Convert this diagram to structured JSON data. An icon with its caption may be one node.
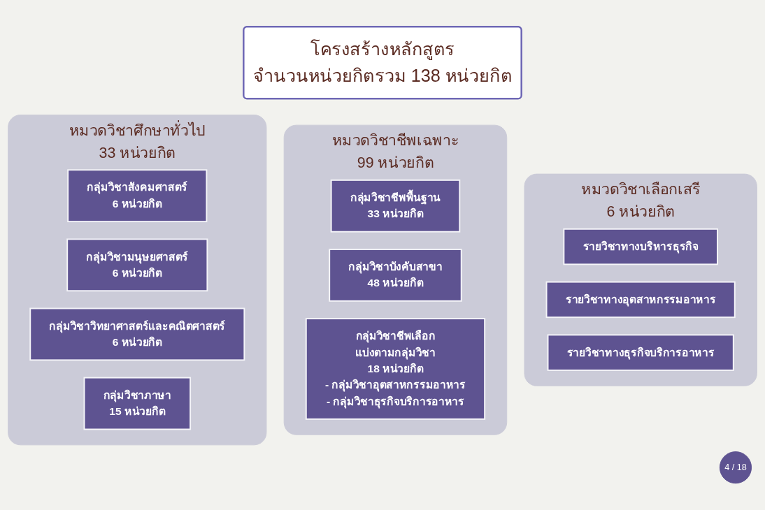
{
  "diagram": {
    "nodes": [
      {
        "text": [
          "โครงสร้างหลักสูตร",
          "จำนวนหน่วยกิตรวม 138 หน่วยกิต"
        ]
      },
      {
        "text": [
          "หมวดวิชาศึกษาทั่วไป",
          "33 หน่วยกิต"
        ]
      },
      {
        "text": [
          "กลุ่มวิชาสังคมศาสตร์",
          "6 หน่วยกิต"
        ],
        "in": 1
      },
      {
        "text": [
          "กลุ่มวิชามนุษยศาสตร์",
          "6 หน่วยกิต"
        ],
        "in": 1
      },
      {
        "text": [
          "กลุ่มวิชาวิทยาศาสตร์และคณิตศาสตร์",
          "6 หน่วยกิต"
        ],
        "in": 1
      },
      {
        "text": [
          "กลุ่มวิชาภาษา",
          "15 หน่วยกิต"
        ],
        "in": 1
      },
      {
        "text": [
          "หมวดวิชาชีพเฉพาะ",
          "99 หน่วยกิต"
        ]
      },
      {
        "text": [
          "กลุ่มวิชาชีพพื้นฐาน",
          "33 หน่วยกิต"
        ],
        "in": 6
      },
      {
        "text": [
          "กลุ่มวิชาบังคับสาขา",
          "48 หน่วยกิต"
        ],
        "in": 6
      },
      {
        "text": [
          "กลุ่มวิชาชีพเลือก",
          "แบ่งตามกลุ่มวิชา",
          "18 หน่วยกิต",
          "- กลุ่มวิชาอุตสาหกรรมอาหาร",
          "- กลุ่มวิชาธุรกิจบริการอาหาร"
        ],
        "in": 6
      },
      {
        "text": [
          "หมวดวิชาเลือกเสรี",
          "6 หน่วยกิต"
        ]
      },
      {
        "text": [
          "รายวิชาทางบริหารธุรกิจ"
        ],
        "in": 10
      },
      {
        "text": [
          "รายวิชาทางอุตสาหกรรมอาหาร"
        ],
        "in": 10
      },
      {
        "text": [
          "รายวิชาทางธุรกิจบริการอาหาร"
        ],
        "in": 10
      },
      {
        "text": [
          "4 / 18"
        ]
      }
    ]
  }
}
